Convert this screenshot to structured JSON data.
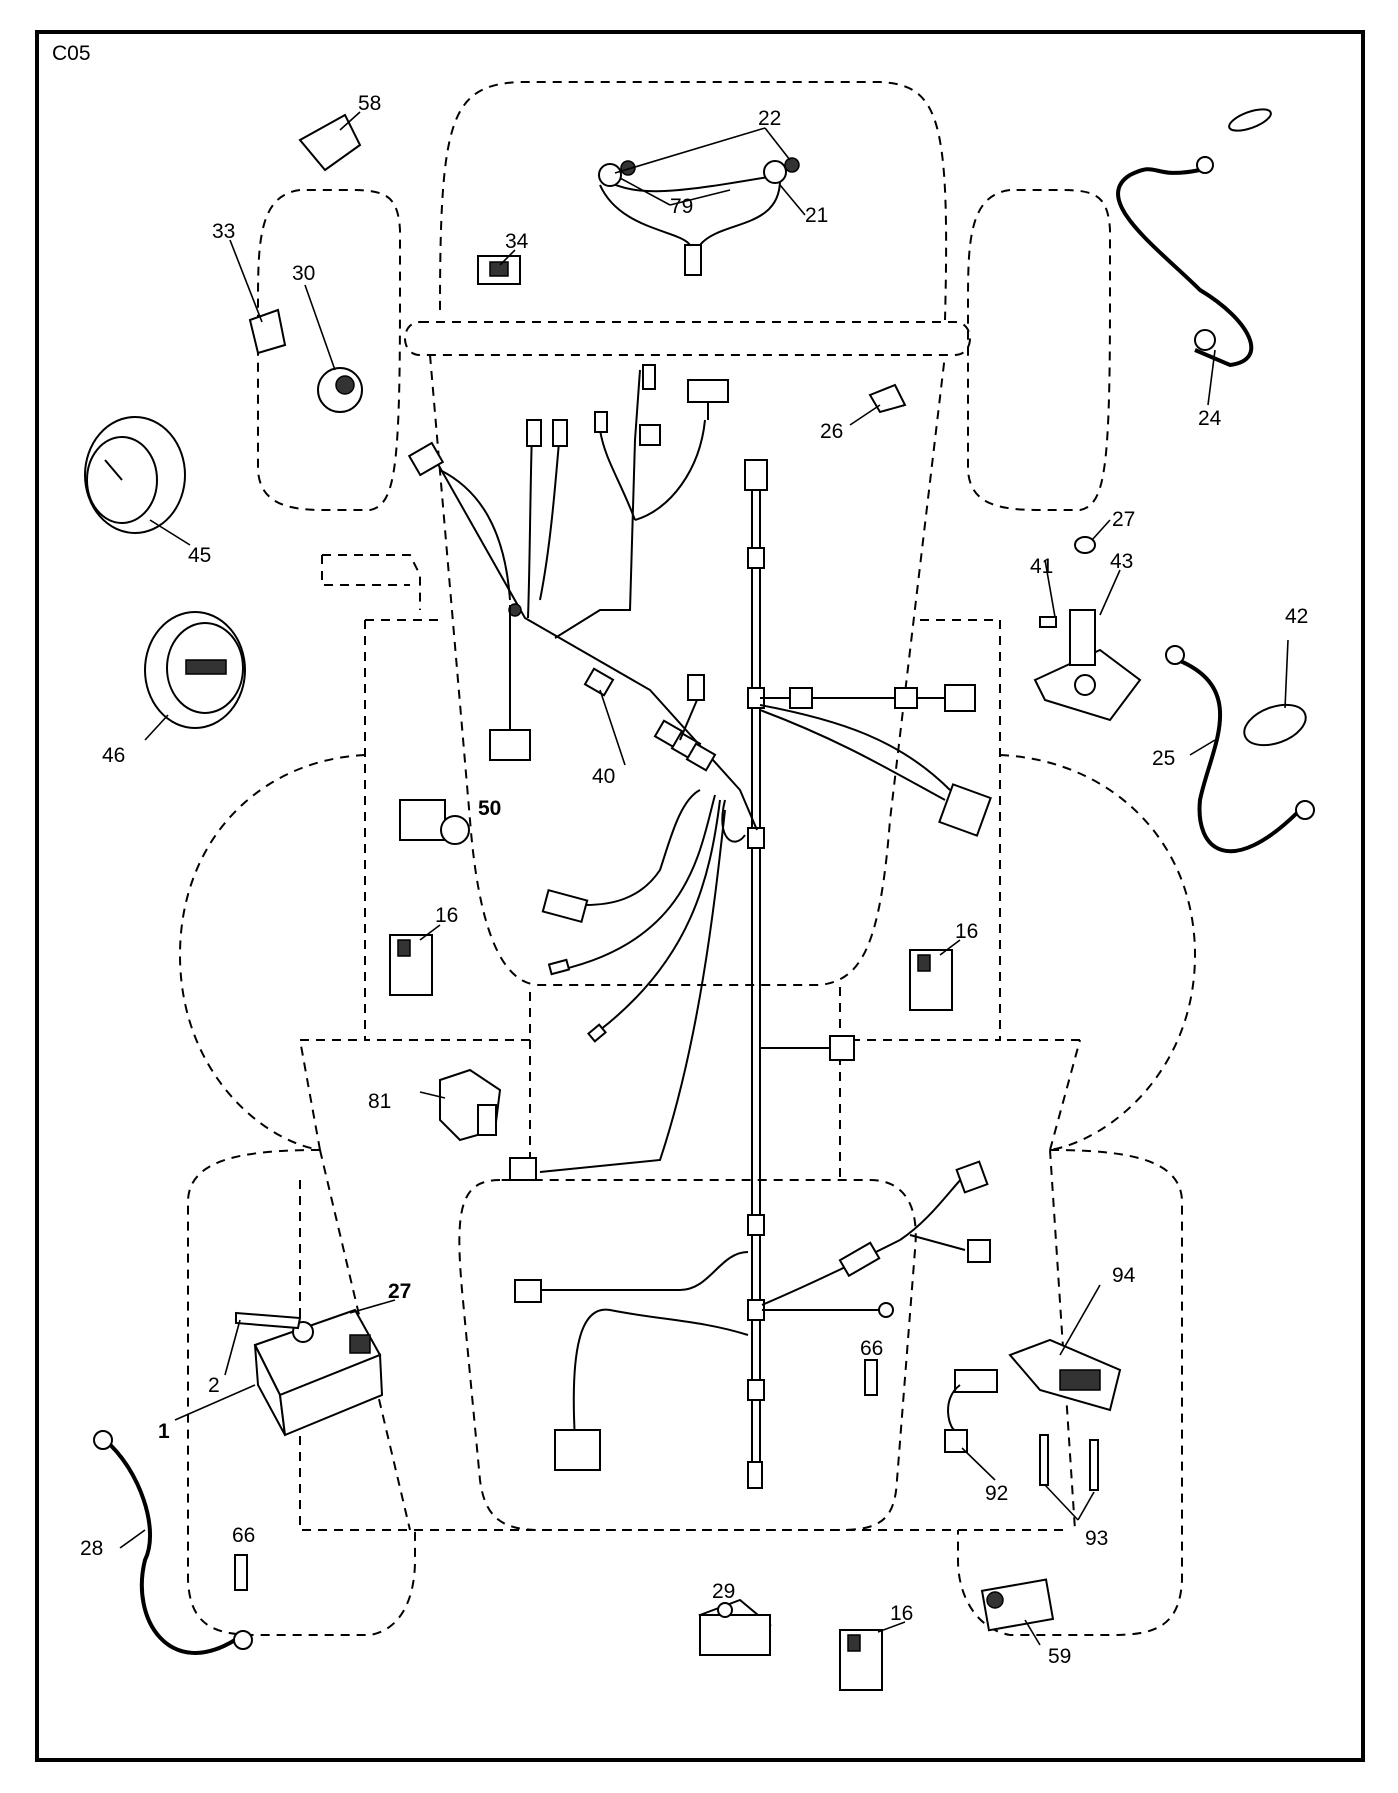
{
  "diagram": {
    "page_code": "C05",
    "callouts": {
      "c58": "58",
      "c22": "22",
      "c79": "79",
      "c21": "21",
      "c33": "33",
      "c30": "30",
      "c34": "34",
      "c24": "24",
      "c26": "26",
      "c45": "45",
      "c27a": "27",
      "c41": "41",
      "c43": "43",
      "c42": "42",
      "c46": "46",
      "c25": "25",
      "c40": "40",
      "c50": "50",
      "c16a": "16",
      "c16b": "16",
      "c81": "81",
      "c27b": "27",
      "c94": "94",
      "c2": "2",
      "c1": "1",
      "c66a": "66",
      "c92": "92",
      "c93": "93",
      "c28": "28",
      "c66b": "66",
      "c29": "29",
      "c16c": "16",
      "c59": "59"
    }
  }
}
